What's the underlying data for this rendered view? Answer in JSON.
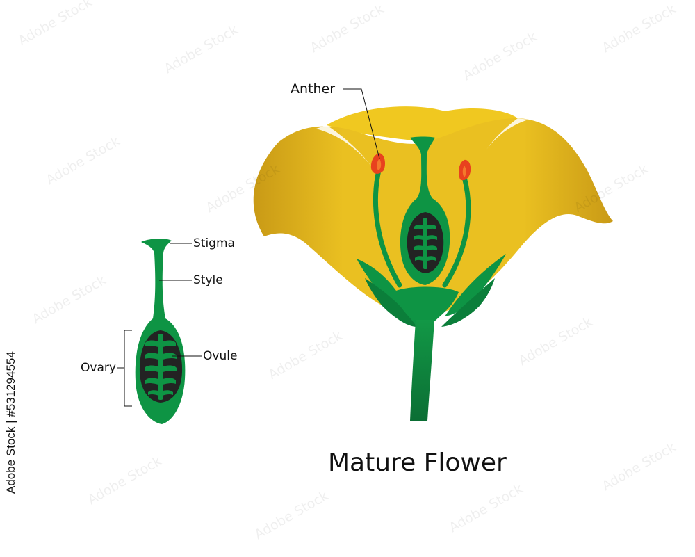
{
  "labels": {
    "stigma": "Stigma",
    "style": "Style",
    "ovary": "Ovary",
    "ovule": "Ovule",
    "anther": "Anther",
    "title": "Mature Flower"
  },
  "stock_text": "Adobe Stock | #531294554",
  "colors": {
    "petal_light": "#F3CD22",
    "petal_dark": "#D4A51A",
    "green": "#0E9444",
    "green_dark": "#0B6B34",
    "ovule_chamber": "#232323",
    "anther": "#E8421E"
  }
}
